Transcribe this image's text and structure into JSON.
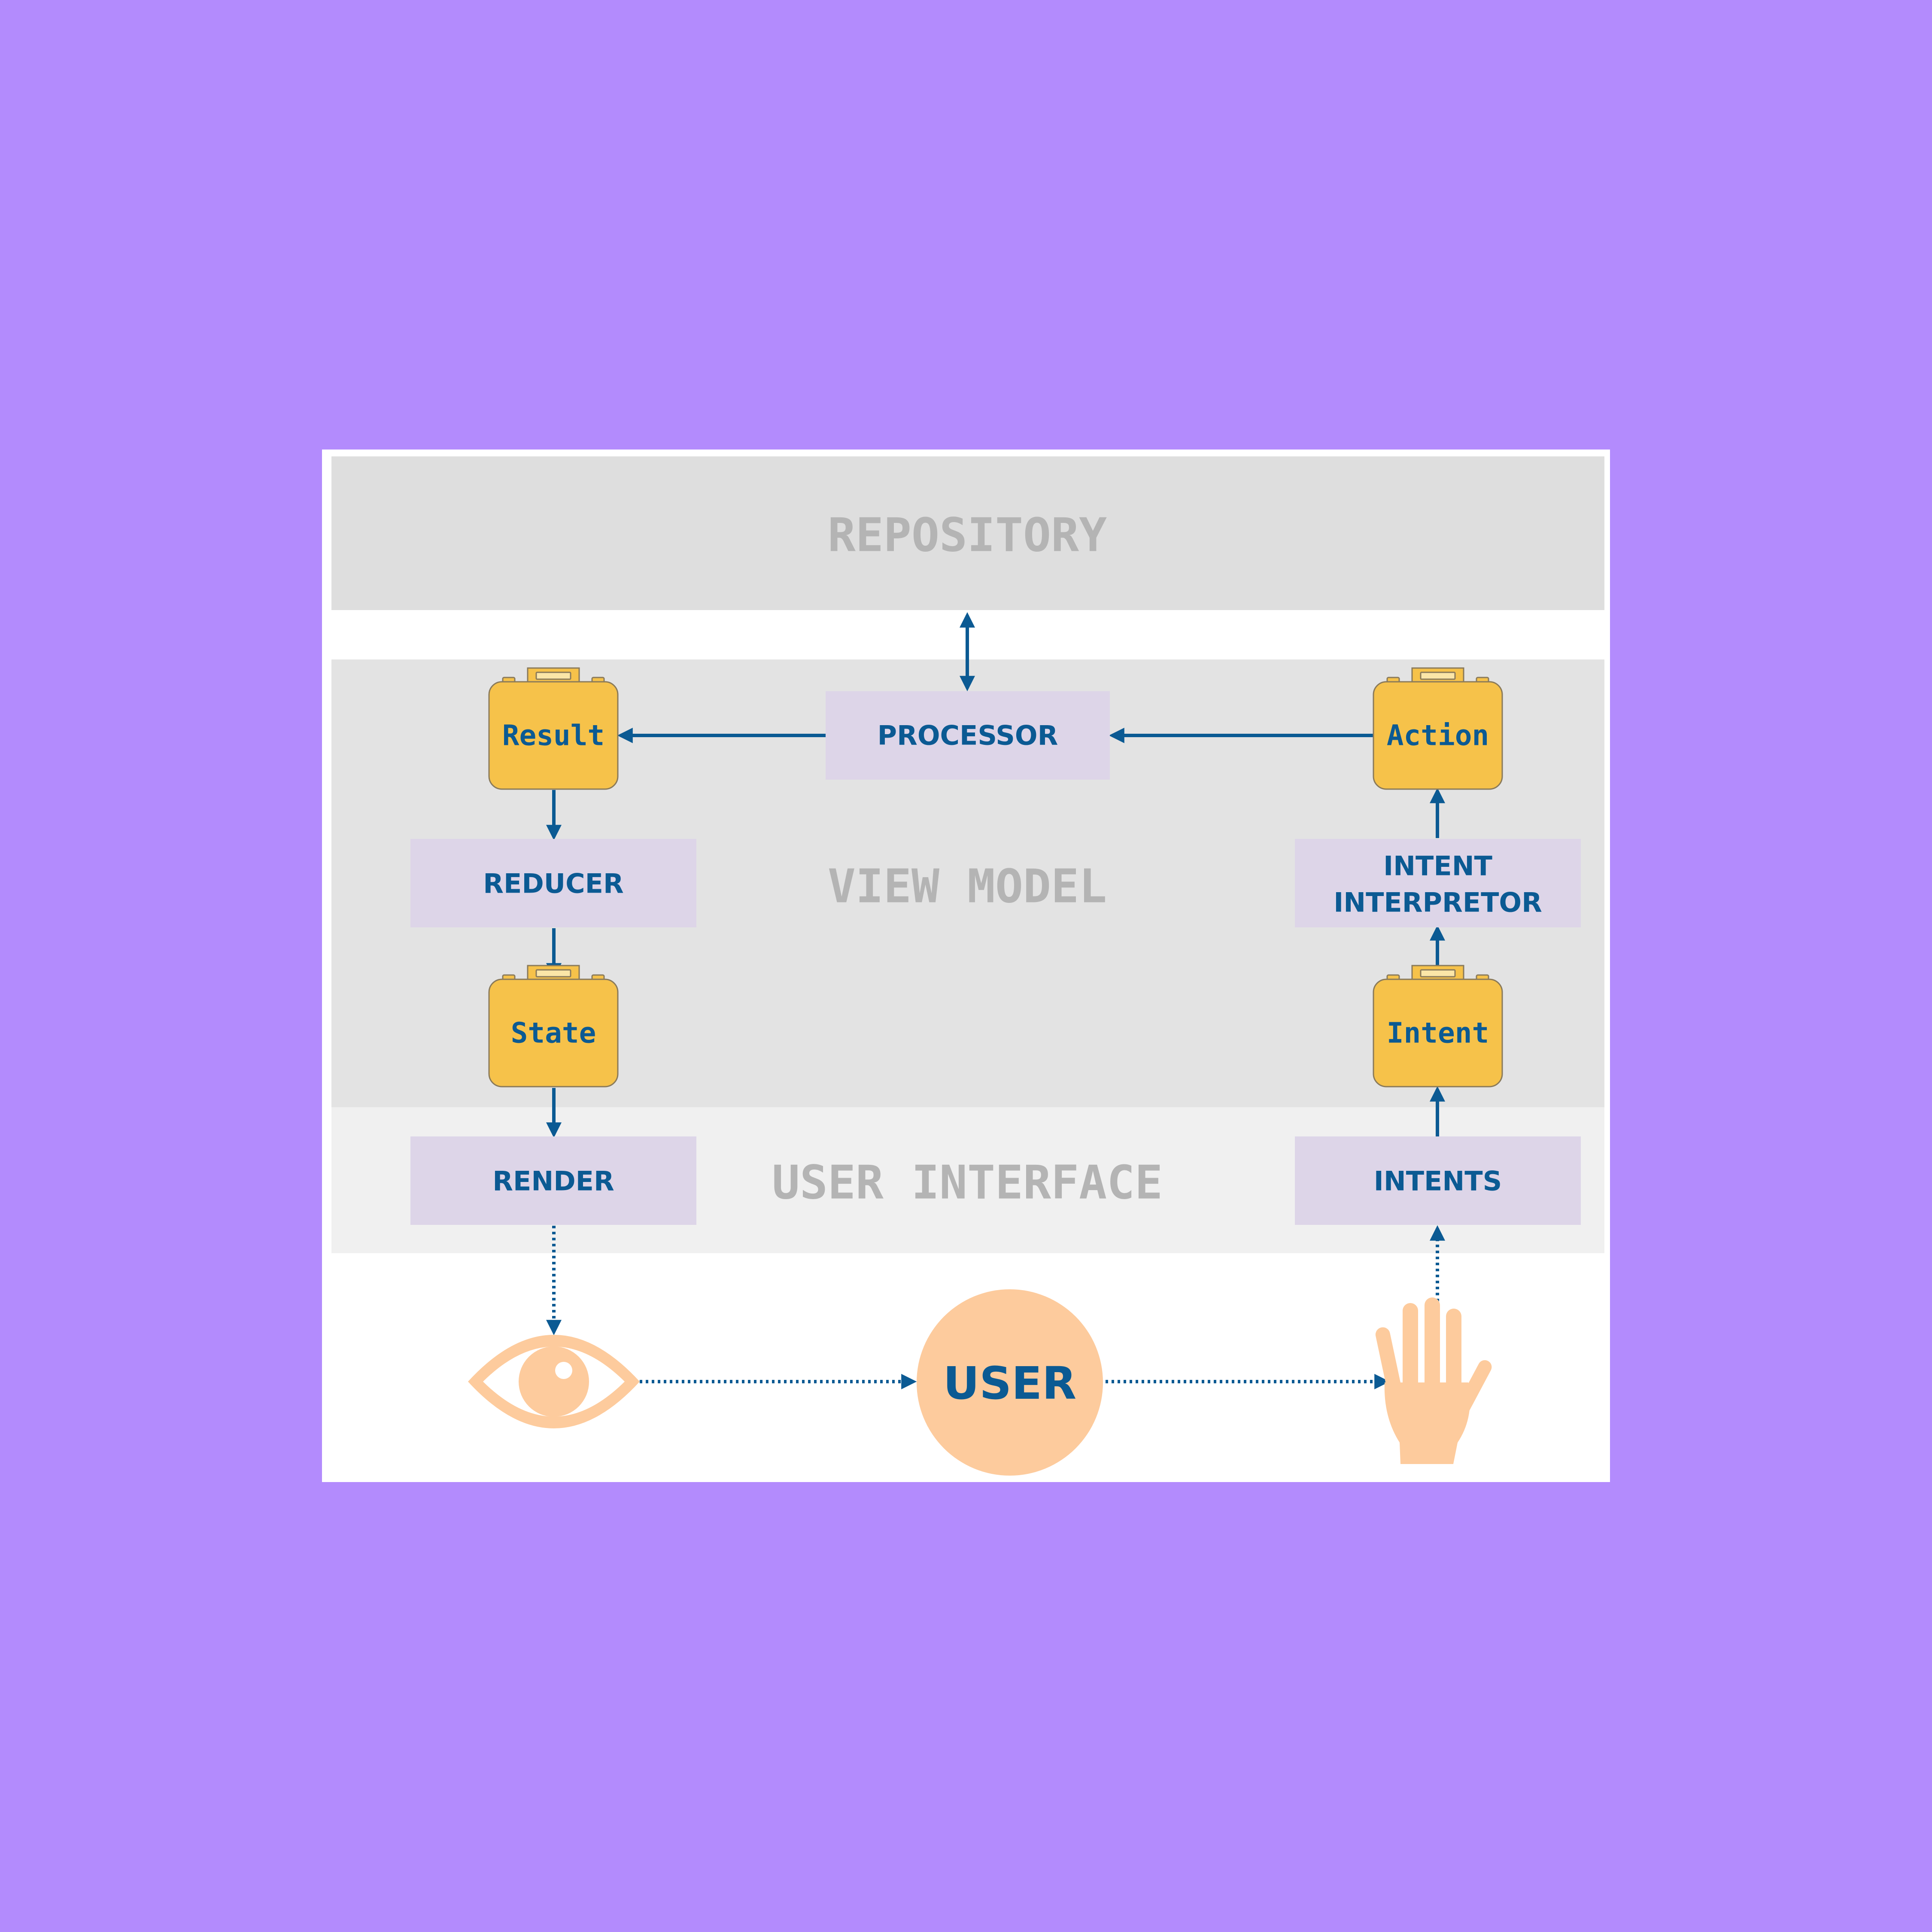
{
  "layers": {
    "repository": "REPOSITORY",
    "view_model": "VIEW MODEL",
    "user_interface": "USER INTERFACE"
  },
  "boxes": {
    "processor": "PROCESSOR",
    "reducer": "REDUCER",
    "intent_interpretor_line1": "INTENT",
    "intent_interpretor_line2": "INTERPRETOR",
    "render": "RENDER",
    "intents": "INTENTS"
  },
  "briefcases": {
    "result": "Result",
    "action": "Action",
    "state": "State",
    "intent": "Intent"
  },
  "user": {
    "label": "USER"
  },
  "colors": {
    "background": "#b38bfd",
    "panel": "#ffffff",
    "repository_band": "#dedede",
    "view_model_band": "#e3e3e3",
    "ui_band": "#f0f0f0",
    "box_fill": "#ddd5e8",
    "briefcase_fill": "#f6c24a",
    "text_blue": "#0b5a93",
    "layer_text": "#b4b4b4",
    "peach": "#fdcb9d"
  },
  "icons": {
    "eye": "eye-icon",
    "hand": "hand-icon",
    "briefcase": "briefcase-icon"
  }
}
